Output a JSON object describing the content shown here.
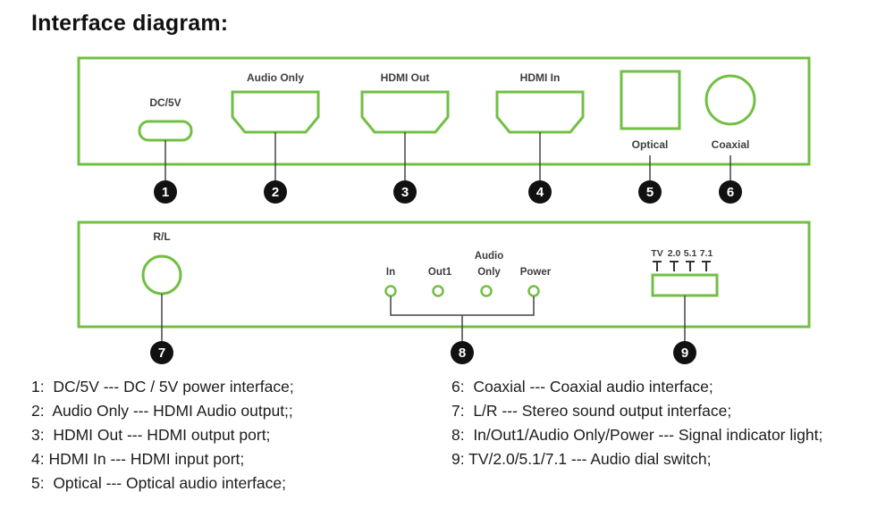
{
  "title": "Interface diagram:",
  "colors": {
    "green": "#72bf44",
    "text": "#1c1c1c",
    "callout_bg": "#111111"
  },
  "top_panel": {
    "dc5v_label": "DC/5V",
    "audio_only_label": "Audio Only",
    "hdmi_out_label": "HDMI Out",
    "hdmi_in_label": "HDMI In",
    "optical_label": "Optical",
    "coaxial_label": "Coaxial",
    "callouts": {
      "c1": "1",
      "c2": "2",
      "c3": "3",
      "c4": "4",
      "c5": "5",
      "c6": "6"
    }
  },
  "bottom_panel": {
    "rl_label": "R/L",
    "led_in": "In",
    "led_out1": "Out1",
    "led_audio_line1": "Audio",
    "led_audio_line2": "Only",
    "led_power": "Power",
    "dial_tv": "TV",
    "dial_20": "2.0",
    "dial_51": "5.1",
    "dial_71": "7.1",
    "callouts": {
      "c7": "7",
      "c8": "8",
      "c9": "9"
    }
  },
  "legend": {
    "left": [
      "1:  DC/5V --- DC / 5V power interface;",
      "2:  Audio Only --- HDMI Audio output;;",
      "3:  HDMI Out --- HDMI output port;",
      "4: HDMI In --- HDMI input port;",
      "5:  Optical --- Optical audio interface;"
    ],
    "right": [
      "6:  Coaxial --- Coaxial audio interface;",
      "7:  L/R --- Stereo sound output interface;",
      "8:  In/Out1/Audio Only/Power --- Signal indicator light;",
      "9: TV/2.0/5.1/7.1 --- Audio dial switch;"
    ]
  }
}
